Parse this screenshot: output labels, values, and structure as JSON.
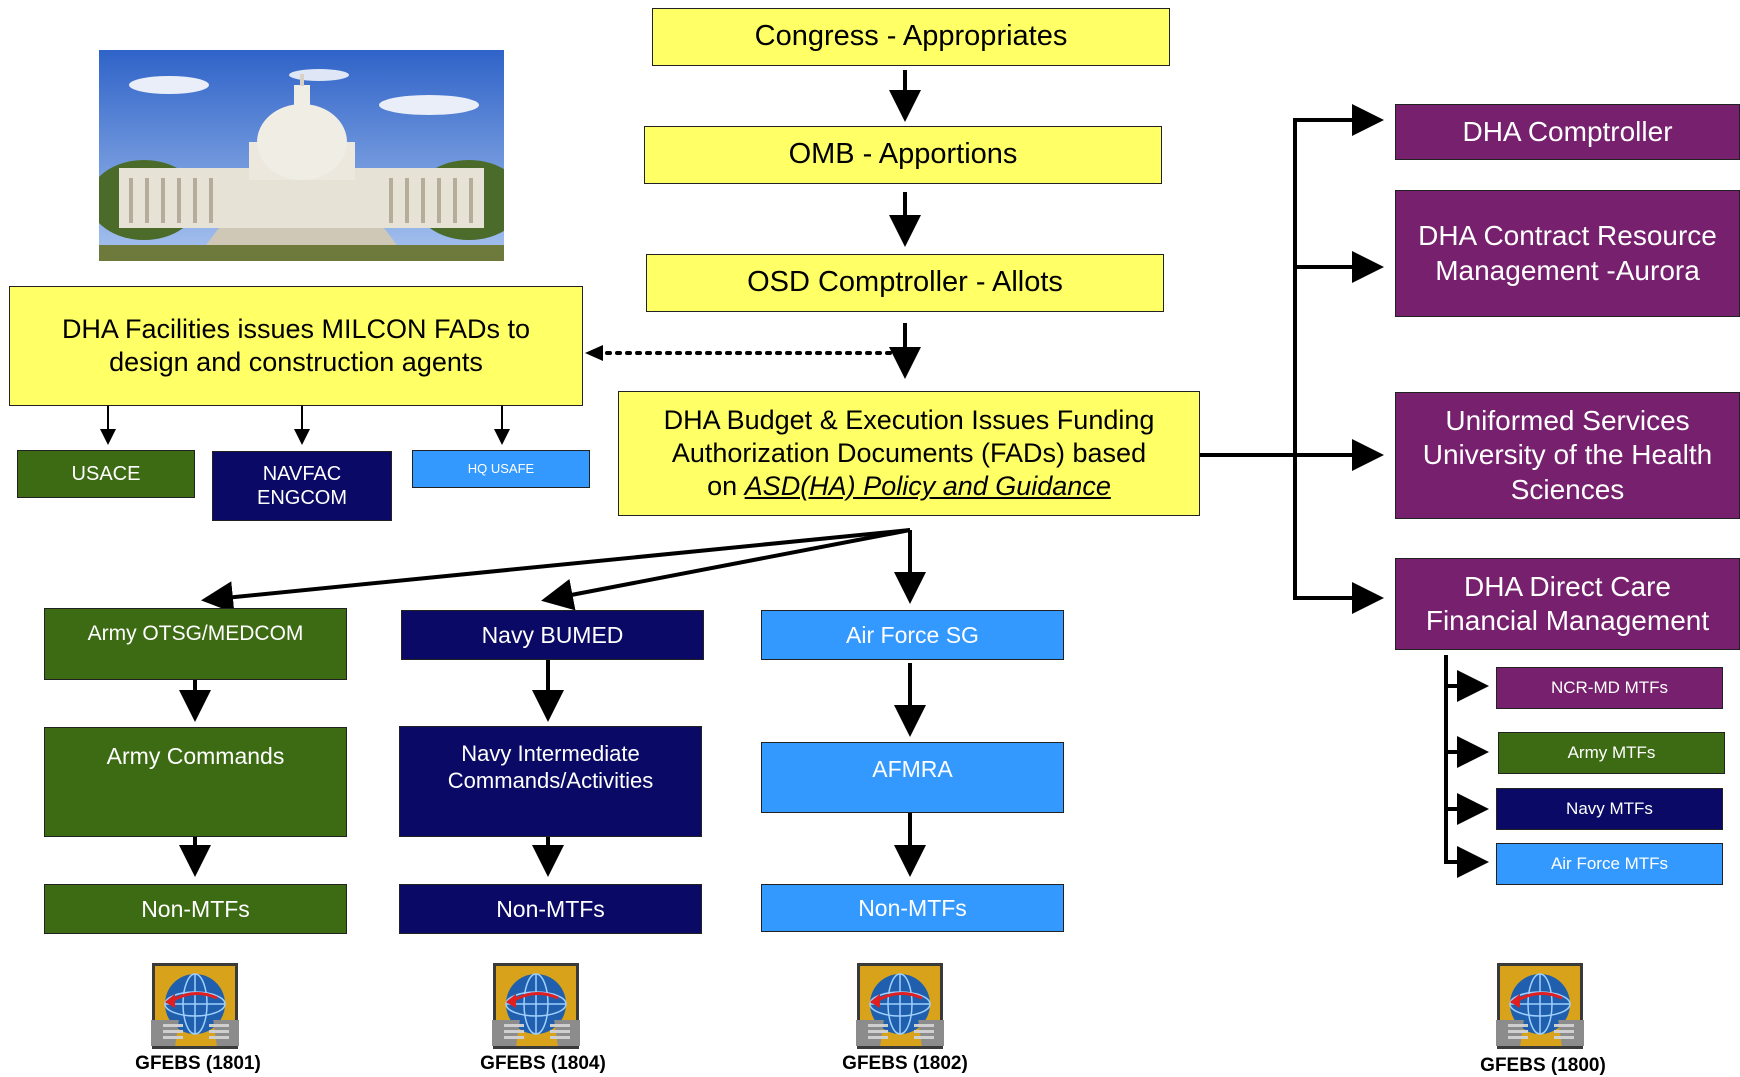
{
  "colors": {
    "yellow": "#ffff66",
    "purple": "#76206e",
    "green": "#3d6b14",
    "navy": "#0a0a66",
    "sky": "#3399ff"
  },
  "chain": {
    "congress": "Congress - Appropriates",
    "omb": "OMB - Apportions",
    "osd": "OSD Comptroller - Allots",
    "dha_budget_line1": "DHA Budget & Execution Issues Funding",
    "dha_budget_line2": "Authorization Documents (FADs) based",
    "dha_budget_on": "on ",
    "dha_budget_link": "ASD(HA) Policy and Guidance"
  },
  "facilities": {
    "text": "DHA Facilities issues MILCON FADs to design and construction agents",
    "agents": [
      "USACE",
      "NAVFAC ENGCOM",
      "HQ USAFE"
    ]
  },
  "services": {
    "army": {
      "head": "Army OTSG/MEDCOM",
      "mid": "Army Commands",
      "low": "Non-MTFs",
      "system": "GFEBS (1801)"
    },
    "navy": {
      "head": "Navy BUMED",
      "mid": "Navy Intermediate Commands/Activities",
      "low": "Non-MTFs",
      "system": "GFEBS (1804)"
    },
    "airforce": {
      "head": "Air Force SG",
      "mid": "AFMRA",
      "low": "Non-MTFs",
      "system": "GFEBS (1802)"
    }
  },
  "dha_units": {
    "comptroller": "DHA Comptroller",
    "contract": "DHA Contract Resource Management -Aurora",
    "usuhs": "Uniformed Services University of the Health Sciences",
    "direct_care": "DHA Direct Care Financial Management",
    "mtfs": [
      "NCR-MD MTFs",
      "Army MTFs",
      "Navy MTFs",
      "Air Force MTFs"
    ],
    "system": "GFEBS (1800)"
  },
  "icons": {
    "capitol": "capitol-photo",
    "gfebs": "gfebs-logo-icon"
  }
}
